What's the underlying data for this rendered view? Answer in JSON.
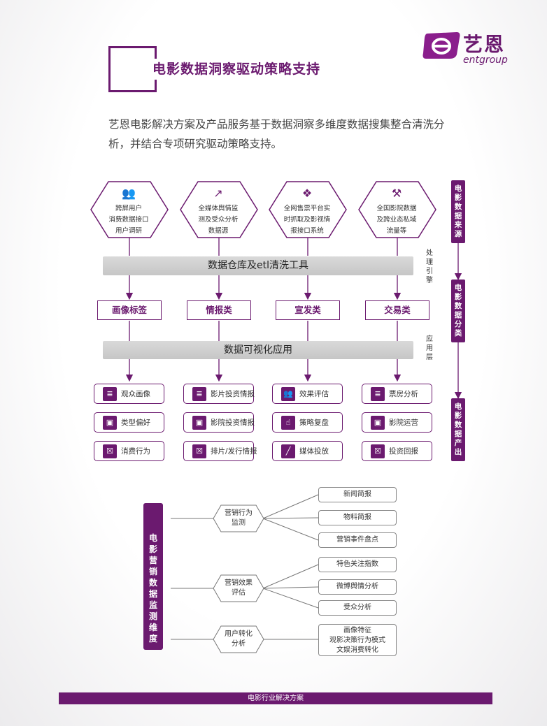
{
  "title": "电影数据洞察驱动策略支持",
  "intro": "艺恩电影解决方案及产品服务基于数据洞察多维度数据搜集整合清洗分析，并结合专项研究驱动策略支持。",
  "logo": {
    "cn": "艺恩",
    "en": "entgroup"
  },
  "sources": [
    {
      "icon": "users-icon",
      "lines": [
        "跨屏用户",
        "消费数据接口",
        "用户调研"
      ]
    },
    {
      "icon": "trend-icon",
      "lines": [
        "全媒体舆情监",
        "测及受众分析",
        "数据源"
      ]
    },
    {
      "icon": "puzzle-icon",
      "lines": [
        "全网售票平台实",
        "时抓取及影视情",
        "报接口系统"
      ]
    },
    {
      "icon": "tools-icon",
      "lines": [
        "全国影院数据",
        "及跨业态私域",
        "流量等"
      ]
    }
  ],
  "bar1": "数据仓库及etl清洗工具",
  "bar2": "数据可视化应用",
  "side_small": {
    "engine": [
      "处",
      "理",
      "引",
      "擎"
    ],
    "app": [
      "应",
      "用",
      "层"
    ]
  },
  "categories": [
    "画像标签",
    "情报类",
    "宣发类",
    "交易类"
  ],
  "outputs": [
    [
      {
        "icon": "doc-icon",
        "label": "观众画像"
      },
      {
        "icon": "image-icon",
        "label": "类型偏好"
      },
      {
        "icon": "cart-icon",
        "label": "消费行为"
      }
    ],
    [
      {
        "icon": "doc-icon",
        "label": "影片投资情报"
      },
      {
        "icon": "image-icon",
        "label": "影院投资情报"
      },
      {
        "icon": "cart-icon",
        "label": "排片/发行情报"
      }
    ],
    [
      {
        "icon": "users-icon",
        "label": "效果评估"
      },
      {
        "icon": "thumb-icon",
        "label": "策略复盘"
      },
      {
        "icon": "chart-icon",
        "label": "媒体投放"
      }
    ],
    [
      {
        "icon": "doc-icon",
        "label": "票房分析"
      },
      {
        "icon": "image-icon",
        "label": "影院运营"
      },
      {
        "icon": "cart-icon",
        "label": "投资回报"
      }
    ]
  ],
  "right_tags": [
    [
      "电",
      "影",
      "数",
      "据",
      "来",
      "源"
    ],
    [
      "电",
      "影",
      "数",
      "据",
      "分",
      "类"
    ],
    [
      "电",
      "影",
      "数",
      "据",
      "产",
      "出"
    ]
  ],
  "monitor": {
    "label": [
      "电",
      "影",
      "营",
      "销",
      "数",
      "据",
      "监",
      "测",
      "维",
      "度"
    ],
    "groups": [
      {
        "name": [
          "营销行为",
          "监测"
        ],
        "items": [
          "新闻简报",
          "物料简报",
          "营销事件盘点"
        ]
      },
      {
        "name": [
          "营销效果",
          "评估"
        ],
        "items": [
          "特色关注指数",
          "微博舆情分析",
          "受众分析"
        ]
      },
      {
        "name": [
          "用户转化",
          "分析"
        ],
        "items": [
          "画像特征",
          "观影决策行为模式",
          "文娱消费转化"
        ]
      }
    ]
  },
  "footer": "电影行业解决方案"
}
